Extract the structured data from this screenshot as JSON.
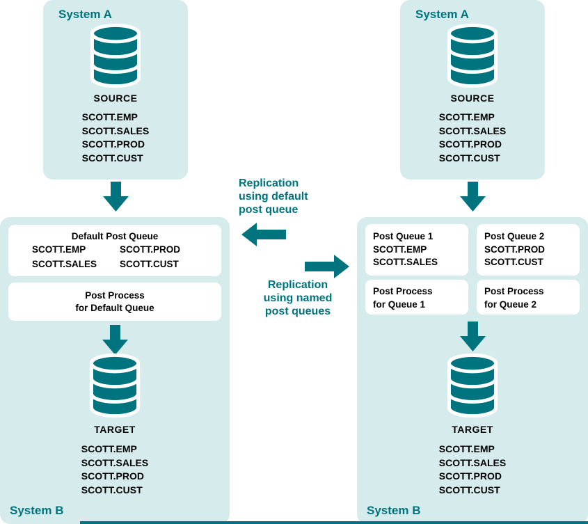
{
  "colors": {
    "teal": "#00747E",
    "panel_background": "#D6ECEC",
    "box_background": "#FFFFFF",
    "text": "#000000"
  },
  "icons": {
    "database": "cylinder-stack",
    "arrow_down": "block-arrow-down",
    "arrow_left": "block-arrow-left",
    "arrow_right": "block-arrow-right"
  },
  "left_system_a": {
    "title": "System A",
    "db_label": "SOURCE",
    "tables": [
      "SCOTT.EMP",
      "SCOTT.SALES",
      "SCOTT.PROD",
      "SCOTT.CUST"
    ]
  },
  "right_system_a": {
    "title": "System A",
    "db_label": "SOURCE",
    "tables": [
      "SCOTT.EMP",
      "SCOTT.SALES",
      "SCOTT.PROD",
      "SCOTT.CUST"
    ]
  },
  "left_system_b": {
    "title": "System B",
    "queue": {
      "title": "Default Post Queue",
      "rows": [
        [
          "SCOTT.EMP",
          "SCOTT.PROD"
        ],
        [
          "SCOTT.SALES",
          "SCOTT.CUST"
        ]
      ]
    },
    "process": {
      "line1": "Post Process",
      "line2": "for Default Queue"
    },
    "db_label": "TARGET",
    "tables": [
      "SCOTT.EMP",
      "SCOTT.SALES",
      "SCOTT.PROD",
      "SCOTT.CUST"
    ]
  },
  "right_system_b": {
    "title": "System B",
    "queue1": {
      "title": "Post Queue 1",
      "tables": [
        "SCOTT.EMP",
        "SCOTT.SALES"
      ]
    },
    "queue2": {
      "title": "Post Queue 2",
      "tables": [
        "SCOTT.PROD",
        "SCOTT.CUST"
      ]
    },
    "process1": {
      "line1": "Post Process",
      "line2": "for Queue 1"
    },
    "process2": {
      "line1": "Post Process",
      "line2": "for Queue 2"
    },
    "db_label": "TARGET",
    "tables": [
      "SCOTT.EMP",
      "SCOTT.SALES",
      "SCOTT.PROD",
      "SCOTT.CUST"
    ]
  },
  "annotations": {
    "default_label": {
      "line1": "Replication",
      "line2": "using default",
      "line3": "post queue"
    },
    "named_label": {
      "line1": "Replication",
      "line2": "using named",
      "line3": "post queues"
    }
  }
}
